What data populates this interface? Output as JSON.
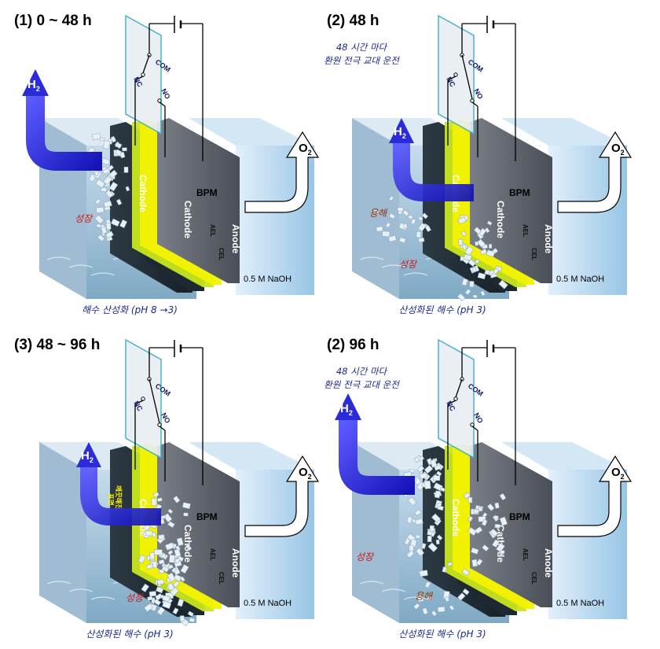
{
  "panels": [
    {
      "title": "(1)  0 ~ 48 h",
      "note": [],
      "caption": "해수 산성화 (pH 8 →3)",
      "switch_state": "NC",
      "h2_side": "left",
      "cathode1": {
        "label": "Cathode",
        "state": "growth"
      },
      "cathode2": {
        "label": "Cathode",
        "state": "bare"
      },
      "growth_label": "성장",
      "dissolve_label": "",
      "clean_label": []
    },
    {
      "title": "(2)  48 h",
      "note": [
        "48 시간 마다",
        "환원 전극 교대 운전"
      ],
      "caption": "산성화된 해수 (pH 3)",
      "switch_state": "NO",
      "h2_side": "right",
      "cathode1": {
        "label": "Cathode",
        "state": "dissolve"
      },
      "cathode2": {
        "label": "Cathode",
        "state": "growth"
      },
      "growth_label": "성장",
      "dissolve_label": "용해",
      "clean_label": []
    },
    {
      "title": "(3)  48 ~ 96 h",
      "note": [],
      "caption": "산성화된 해수 (pH 3)",
      "switch_state": "NO",
      "h2_side": "right",
      "cathode1": {
        "label": "Cathode",
        "state": "clean"
      },
      "cathode2": {
        "label": "Cathode",
        "state": "growth"
      },
      "growth_label": "성장",
      "dissolve_label": "",
      "clean_label": [
        "깨끗해진",
        "표면"
      ]
    },
    {
      "title": "(2)  96 h",
      "note": [
        "48 시간 마다",
        "환원 전극 교대 운전"
      ],
      "caption": "산성화된 해수 (pH 3)",
      "switch_state": "NC",
      "h2_side": "left",
      "cathode1": {
        "label": "Cathode",
        "state": "growth"
      },
      "cathode2": {
        "label": "Cathode",
        "state": "dissolve"
      },
      "growth_label": "성장",
      "dissolve_label": "용해",
      "clean_label": []
    }
  ],
  "labels": {
    "anode": "Anode",
    "bpm": "BPM",
    "ael": "AEL",
    "cel": "CEL",
    "electrolyte": "0.5 M NaOH",
    "switch_com": "COM",
    "switch_nc": "NC",
    "switch_no": "NO",
    "h2": "H",
    "h2_sub": "2",
    "o2": "O",
    "o2_sub": "2"
  },
  "colors": {
    "seawater": "#b9d3e6",
    "cathode": "#1f2b33",
    "ael": "#c8e61e",
    "cel": "#f2f200",
    "anode": "#5a5e66",
    "h2_arrow": "#2b2bd8",
    "switch_box": "#37a9c8"
  }
}
